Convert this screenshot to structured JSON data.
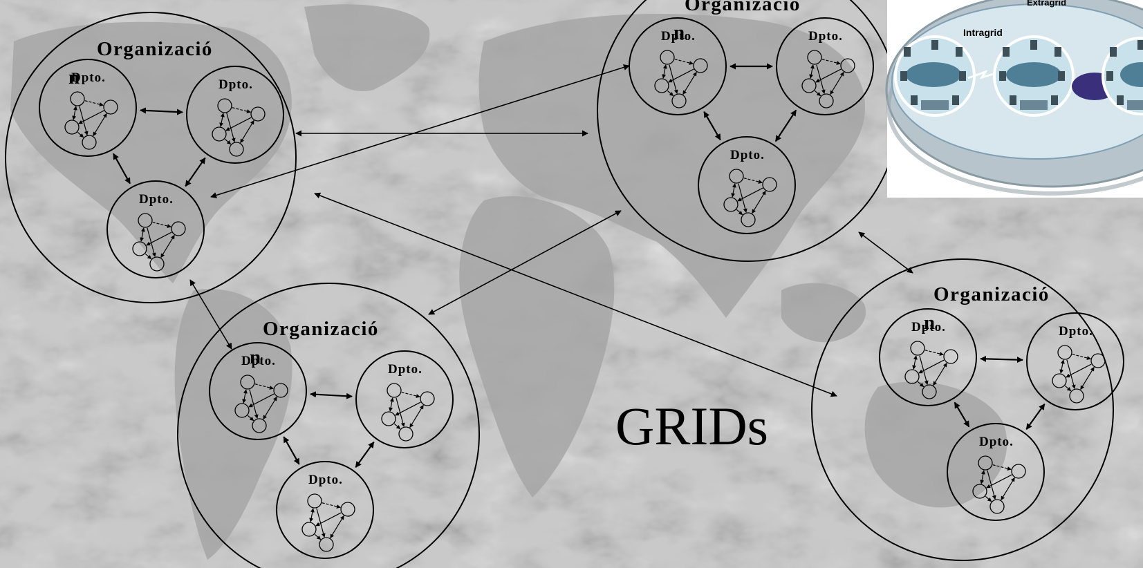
{
  "title": "GRIDs",
  "org_label": "Organizació\nn",
  "dept_label": "Dpto.",
  "inset": {
    "outer_label": "Extragrid",
    "inner_label": "Intragrid"
  },
  "colors": {
    "background": "#c9c9c9",
    "landmass": "#a6a6a6",
    "marble_vein": "#e9e9e9",
    "inset_outer": "#b8c4cc",
    "inset_inner": "#d8e6ee",
    "inset_cloud": "#4f7f96",
    "inset_hub": "#3a2f7a"
  }
}
